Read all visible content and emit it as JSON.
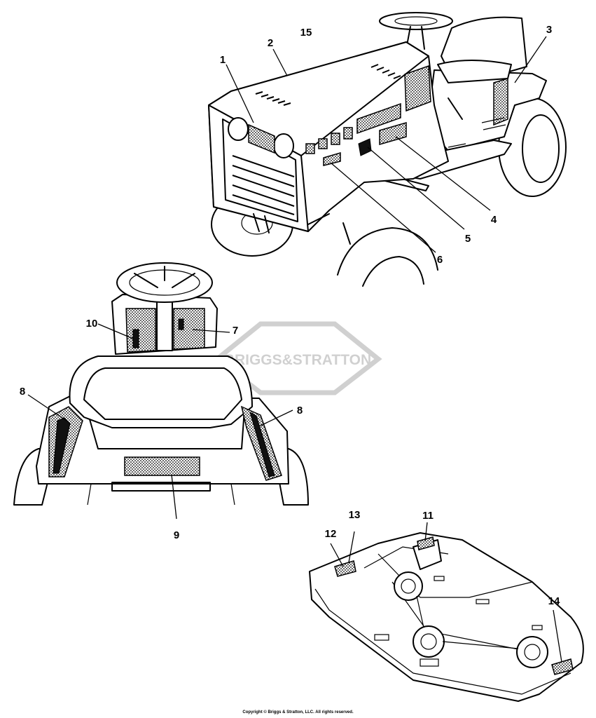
{
  "watermark": "BRIGGS&STRATTON",
  "copyright": "Copyright © Briggs & Stratton, LLC. All rights reserved.",
  "callouts": [
    {
      "id": "1",
      "label": "1"
    },
    {
      "id": "2",
      "label": "2"
    },
    {
      "id": "3",
      "label": "3"
    },
    {
      "id": "4",
      "label": "4"
    },
    {
      "id": "5",
      "label": "5"
    },
    {
      "id": "6",
      "label": "6"
    },
    {
      "id": "7",
      "label": "7"
    },
    {
      "id": "8a",
      "label": "8"
    },
    {
      "id": "8b",
      "label": "8"
    },
    {
      "id": "9",
      "label": "9"
    },
    {
      "id": "10",
      "label": "10"
    },
    {
      "id": "11",
      "label": "11"
    },
    {
      "id": "12",
      "label": "12"
    },
    {
      "id": "13",
      "label": "13"
    },
    {
      "id": "14",
      "label": "14"
    },
    {
      "id": "15",
      "label": "15"
    }
  ]
}
